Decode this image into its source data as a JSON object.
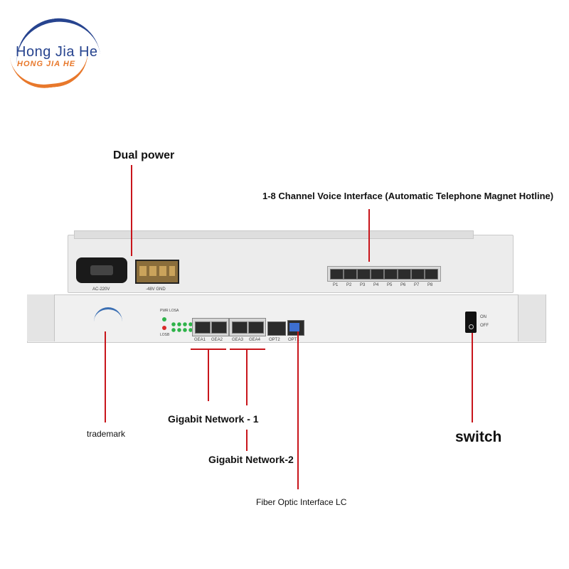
{
  "logo": {
    "main": "Hong Jia He",
    "sub": "HONG JIA HE"
  },
  "labels": {
    "dual_power": "Dual power",
    "voice_interface": "1-8 Channel Voice Interface (Automatic Telephone Magnet Hotline)",
    "gigabit_1": "Gigabit Network - 1",
    "gigabit_2": "Gigabit Network-2",
    "trademark": "trademark",
    "switch": "switch",
    "fiber": "Fiber Optic Interface LC"
  },
  "device": {
    "rear": {
      "ac_label": "AC-220V",
      "dc_label": "-48V GND",
      "ports": [
        "P1",
        "P2",
        "P3",
        "P4",
        "P5",
        "P6",
        "P7",
        "P8"
      ]
    },
    "front": {
      "ge_ports": [
        "GEA1",
        "GEA2",
        "GEA3",
        "GEA4"
      ],
      "opt_ports": [
        "OPT2",
        "OPT1"
      ],
      "led_top": "PWR LOSA",
      "led_bottom": "LOSB",
      "switch_on": "ON",
      "switch_off": "OFF"
    }
  },
  "colors": {
    "callout": "#c8151b",
    "logo_blue": "#27448f",
    "logo_orange": "#e8782b"
  }
}
